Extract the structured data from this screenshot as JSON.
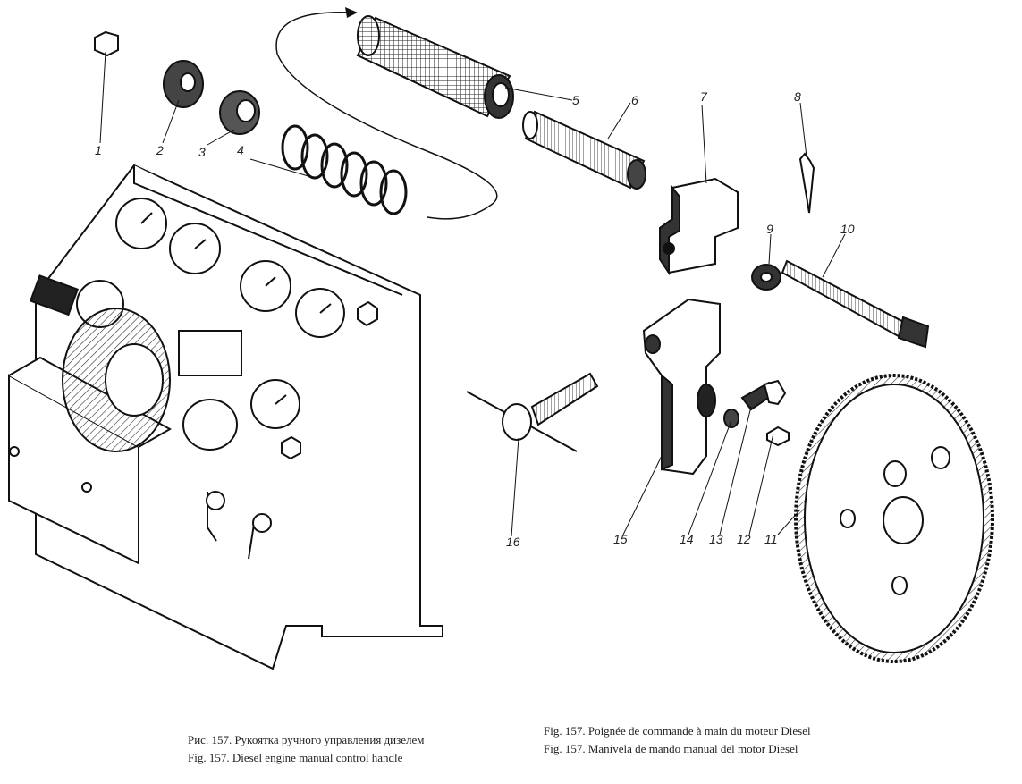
{
  "callouts": [
    "1",
    "2",
    "3",
    "4",
    "5",
    "6",
    "7",
    "8",
    "9",
    "10",
    "11",
    "12",
    "13",
    "14",
    "15",
    "16"
  ],
  "captions": {
    "ru": "Рис. 157. Рукоятка ручного управления дизелем",
    "en": "Fig. 157. Diesel engine manual control handle",
    "fr": "Fig. 157. Poignée de commande à main du moteur Diesel",
    "es": "Fig. 157. Manivela de mando manual del motor Diesel"
  }
}
